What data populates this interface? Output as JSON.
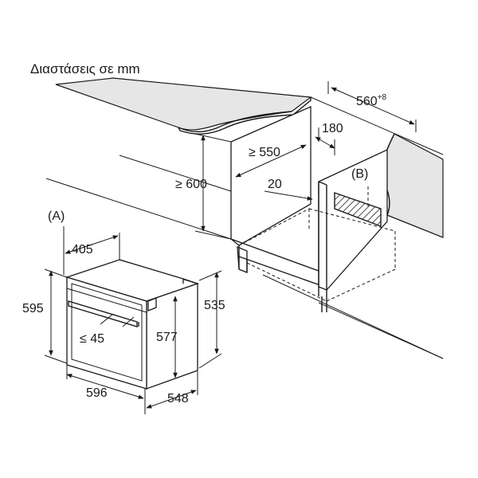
{
  "title": "Διαστάσεις σε mm",
  "labels": {
    "label_a": "(A)",
    "label_b": "(B)"
  },
  "dimensions": {
    "niche_height": "≥ 600",
    "niche_depth": "≥ 550",
    "niche_width_base": "560",
    "niche_width_tolerance": "+8",
    "back_gap": "180",
    "side_gap": "20",
    "front_depth": "405",
    "front_height": "595",
    "handle_depth": "≤ 45",
    "body_height": "577",
    "side_height": "535",
    "front_width": "596",
    "body_depth": "548"
  },
  "colors": {
    "line": "#1a1a1a",
    "countertop": "#e6e6e6",
    "background": "#ffffff"
  }
}
